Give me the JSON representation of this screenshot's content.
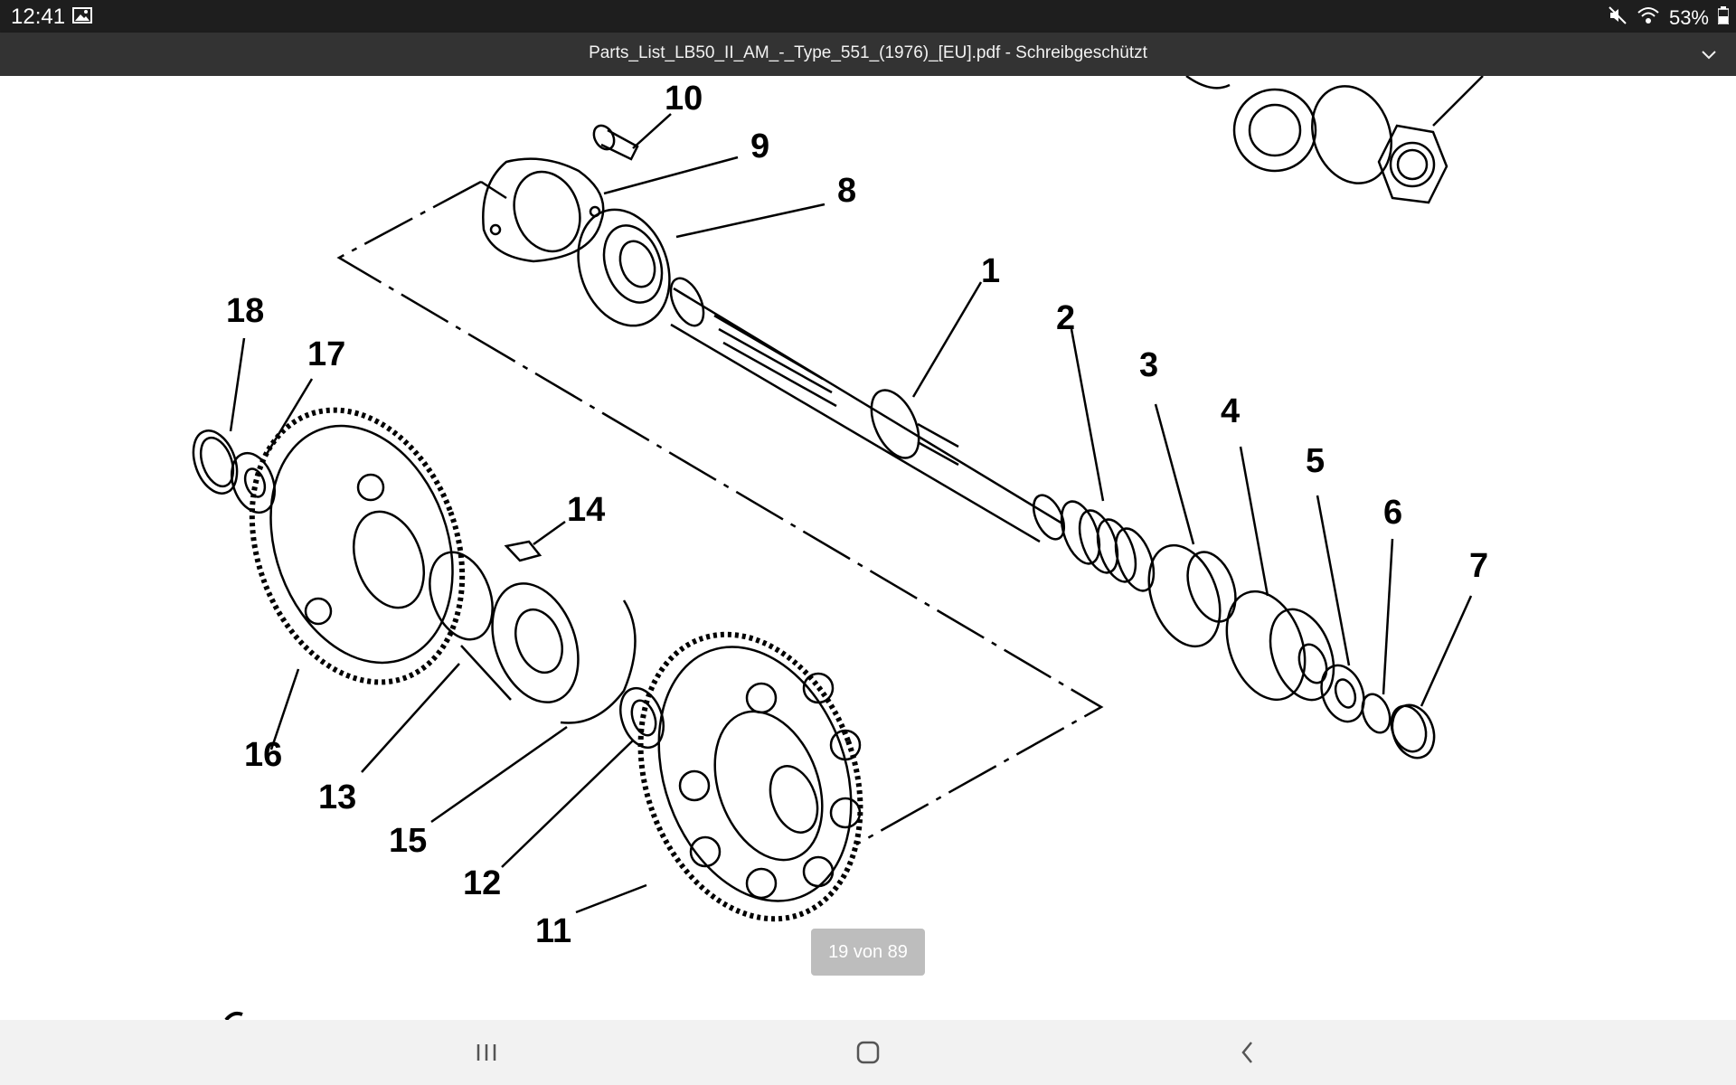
{
  "status_bar": {
    "time": "12:41",
    "battery": "53%",
    "icons": [
      "image-icon",
      "mute-icon",
      "wifi-icon",
      "battery-icon"
    ]
  },
  "viewer": {
    "title": "Parts_List_LB50_II_AM_-_Type_551_(1976)_[EU].pdf - Schreibgeschützt",
    "page_indicator": "19 von 89"
  },
  "diagram": {
    "callouts": [
      "10",
      "9",
      "8",
      "1",
      "2",
      "3",
      "4",
      "5",
      "6",
      "7",
      "18",
      "17",
      "14",
      "16",
      "13",
      "15",
      "12",
      "11"
    ]
  },
  "nav_bar": {
    "icons": [
      "recents-icon",
      "home-icon",
      "back-icon"
    ]
  }
}
